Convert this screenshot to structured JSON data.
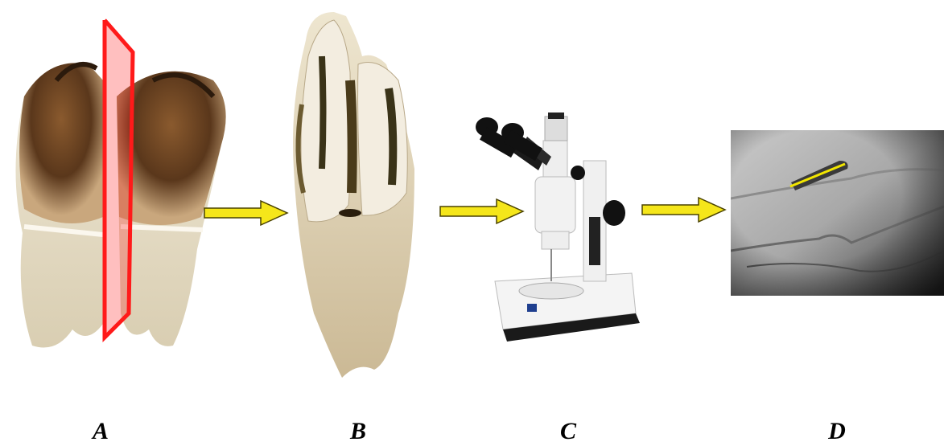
{
  "labels": {
    "a": "A",
    "b": "B",
    "c": "C",
    "d": "D"
  },
  "colors": {
    "arrow_fill": "#f5e61a",
    "arrow_stroke": "#4a4200",
    "plane": "#ff1a1a",
    "measure_line": "#f2e600"
  },
  "icons": [
    "tooth-icon",
    "sectioned-tooth-icon",
    "stereo-microscope-icon",
    "micrograph-image"
  ]
}
